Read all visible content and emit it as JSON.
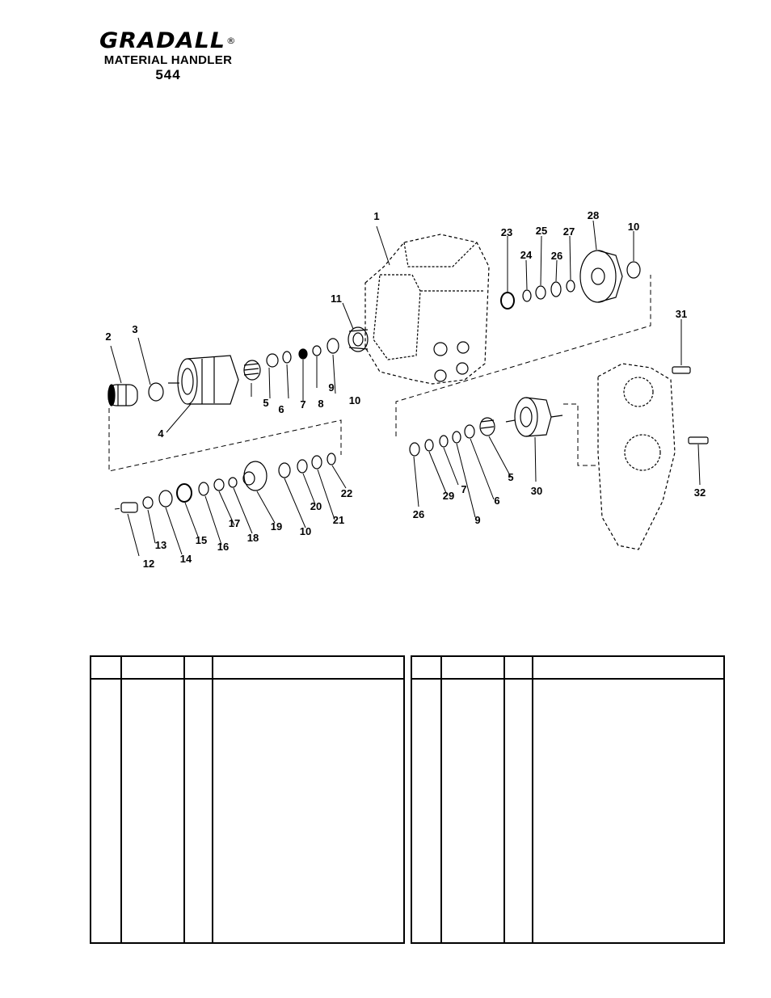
{
  "brand": {
    "name": "GRADALL",
    "registered_mark": "®",
    "subtitle": "MATERIAL HANDLER",
    "model": "544"
  },
  "diagram": {
    "callouts": [
      "1",
      "2",
      "3",
      "4",
      "5",
      "6",
      "7",
      "8",
      "9",
      "10",
      "11",
      "12",
      "13",
      "14",
      "15",
      "16",
      "17",
      "18",
      "19",
      "10",
      "20",
      "21",
      "22",
      "23",
      "24",
      "25",
      "26",
      "27",
      "28",
      "10",
      "31",
      "32",
      "26",
      "29",
      "7",
      "9",
      "6",
      "5",
      "30"
    ]
  },
  "tables": {
    "left": {
      "headers": [
        "",
        "",
        "",
        ""
      ],
      "rows": []
    },
    "right": {
      "headers": [
        "",
        "",
        "",
        ""
      ],
      "rows": []
    }
  }
}
